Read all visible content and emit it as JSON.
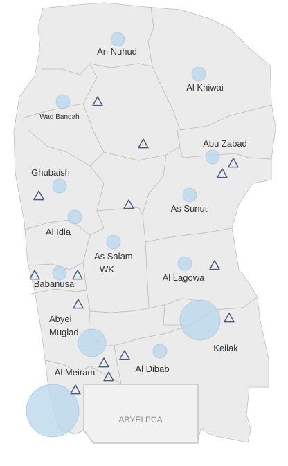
{
  "map": {
    "colors": {
      "region_fill": "#ebebeb",
      "region_border": "#ffffff",
      "bubble": "#b9d7ec",
      "triangle": "#4b5d7b",
      "pca_fill": "#f1f1f1"
    },
    "localities": [
      {
        "name": "An Nuhud"
      },
      {
        "name": "Al Khiwai"
      },
      {
        "name": "Wad Bandah"
      },
      {
        "name": "Abu Zabad"
      },
      {
        "name": "Ghubaish"
      },
      {
        "name": "As Sunut"
      },
      {
        "name": "Al Idia"
      },
      {
        "name": "As Salam"
      },
      {
        "name": "- WK"
      },
      {
        "name": "Al Lagowa"
      },
      {
        "name": "Babanusa"
      },
      {
        "name": "Abyei"
      },
      {
        "name": "Muglad"
      },
      {
        "name": "Keilak"
      },
      {
        "name": "Al Dibab"
      },
      {
        "name": "Al Meiram"
      }
    ],
    "special_area": {
      "name": "ABYEI PCA"
    },
    "markers": {
      "bubble_icon": "circle-marker",
      "triangle_icon": "triangle-marker"
    }
  }
}
